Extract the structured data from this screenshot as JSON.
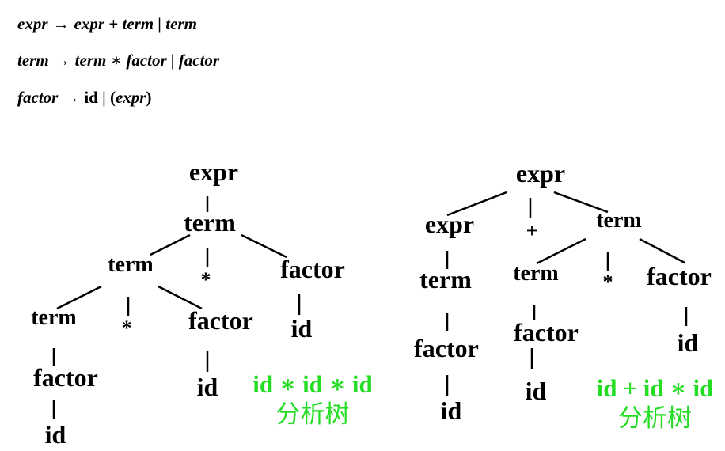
{
  "grammar": [
    {
      "lhs": "expr",
      "arrow": "→",
      "rhs": "expr + term | term"
    },
    {
      "lhs": "term",
      "arrow": "→",
      "rhs": "term ∗ factor | factor"
    },
    {
      "lhs": "factor",
      "arrow": "→",
      "rhs_upright": "id | (",
      "rhs_italic": "expr",
      "rhs_close": ")"
    }
  ],
  "tree1": {
    "nodes": [
      {
        "name": "root-expr",
        "label": "expr"
      },
      {
        "name": "term-l1",
        "label": "term"
      },
      {
        "name": "term-l2",
        "label": "term"
      },
      {
        "name": "star-l2",
        "label": "*"
      },
      {
        "name": "factor-l2",
        "label": "factor"
      },
      {
        "name": "id-l2",
        "label": "id"
      },
      {
        "name": "term-l3",
        "label": "term"
      },
      {
        "name": "star-l3",
        "label": "*"
      },
      {
        "name": "factor-l3",
        "label": "factor"
      },
      {
        "name": "id-l3",
        "label": "id"
      },
      {
        "name": "factor-l4",
        "label": "factor"
      },
      {
        "name": "id-l4",
        "label": "id"
      }
    ],
    "caption": {
      "expression": "id ∗ id ∗ id",
      "label": "分析树"
    }
  },
  "tree2": {
    "nodes": [
      {
        "name": "root-expr",
        "label": "expr"
      },
      {
        "name": "expr-left",
        "label": "expr"
      },
      {
        "name": "plus",
        "label": "+"
      },
      {
        "name": "term-right",
        "label": "term"
      },
      {
        "name": "term-under-expr",
        "label": "term"
      },
      {
        "name": "factor-under-term",
        "label": "factor"
      },
      {
        "name": "id-left",
        "label": "id"
      },
      {
        "name": "term-inner",
        "label": "term"
      },
      {
        "name": "star",
        "label": "*"
      },
      {
        "name": "factor-right",
        "label": "factor"
      },
      {
        "name": "id-right",
        "label": "id"
      },
      {
        "name": "factor-inner",
        "label": "factor"
      },
      {
        "name": "id-middle",
        "label": "id"
      }
    ],
    "caption": {
      "expression": "id + id ∗ id",
      "label": "分析树"
    }
  }
}
